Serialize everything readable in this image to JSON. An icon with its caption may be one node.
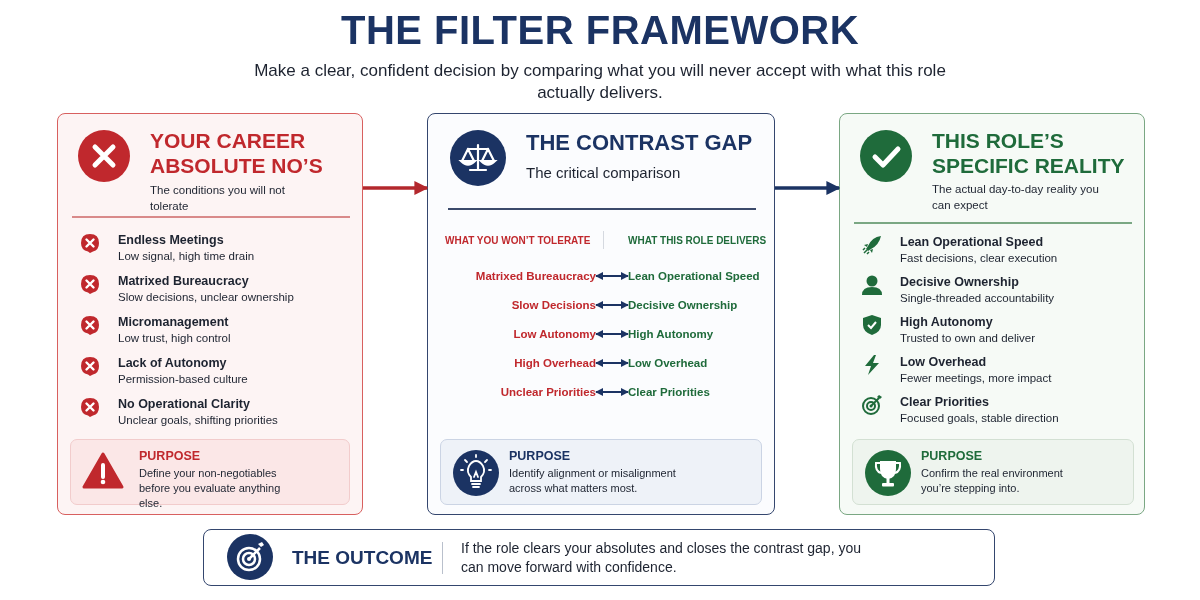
{
  "diagram": {
    "title": "THE FILTER FRAMEWORK",
    "nodes": [
      {
        "text": [
          "YOUR CAREER ABSOLUTE NO’S",
          "The conditions you will not tolerate",
          "Endless Meetings",
          "Low signal, high time drain",
          "Matrixed Bureaucracy",
          "Slow decisions, unclear ownership",
          "Micromanagement",
          "Low trust, high control",
          "Lack of Autonomy",
          "Permission-based culture",
          "No Operational Clarity",
          "Unclear goals, shifting priorities"
        ]
      },
      {
        "text": [
          "PURPOSE",
          "Define your non-negotiables before you evaluate anything else."
        ],
        "in": 0
      },
      {
        "text": [
          "THE CONTRAST GAP",
          "The critical comparison",
          "WHAT YOU WON’T TOLERATE",
          "WHAT THIS ROLE DELIVERS"
        ]
      },
      {
        "text": [
          "Matrixed Bureaucracy"
        ],
        "in": 2
      },
      {
        "text": [
          "Lean Operational Speed"
        ],
        "in": 2
      },
      {
        "text": [
          "Slow Decisions"
        ],
        "in": 2
      },
      {
        "text": [
          "Decisive Ownership"
        ],
        "in": 2
      },
      {
        "text": [
          "Low Autonomy"
        ],
        "in": 2
      },
      {
        "text": [
          "High Autonomy"
        ],
        "in": 2
      },
      {
        "text": [
          "High Overhead"
        ],
        "in": 2
      },
      {
        "text": [
          "Low Overhead"
        ],
        "in": 2
      },
      {
        "text": [
          "Unclear Priorities"
        ],
        "in": 2
      },
      {
        "text": [
          "Clear Priorities"
        ],
        "in": 2
      },
      {
        "text": [
          "PURPOSE",
          "Identify alignment or misalignment across what matters most."
        ],
        "in": 2
      },
      {
        "text": [
          "THIS ROLE’S SPECIFIC REALITY",
          "The actual day-to-day reality you can expect",
          "Lean Operational Speed",
          "Fast decisions, clear execution",
          "Decisive Ownership",
          "Single-threaded accountability",
          "High Autonomy",
          "Trusted to own and deliver",
          "Low Overhead",
          "Fewer meetings, more impact",
          "Clear Priorities",
          "Focused goals, stable direction"
        ]
      },
      {
        "text": [
          "PURPOSE",
          "Confirm the real environment you’re stepping into."
        ],
        "in": 14
      },
      {
        "text": [
          "THE OUTCOME",
          "If the role clears your absolutes and closes the contrast gap, you can move forward with confidence."
        ]
      }
    ],
    "edges": [
      {
        "from": 0,
        "to": 2,
        "arrow": "to",
        "color": "#b3282d"
      },
      {
        "from": 2,
        "to": 14,
        "arrow": "to"
      },
      {
        "from": 3,
        "to": 4,
        "arrow": "both"
      },
      {
        "from": 5,
        "to": 6,
        "arrow": "both"
      },
      {
        "from": 7,
        "to": 8,
        "arrow": "both"
      },
      {
        "from": 9,
        "to": 10,
        "arrow": "both"
      },
      {
        "from": 11,
        "to": 12,
        "arrow": "both"
      }
    ],
    "labels": [
      "Make a clear, confident decision by comparing what you will never accept with what this role actually delivers."
    ]
  }
}
